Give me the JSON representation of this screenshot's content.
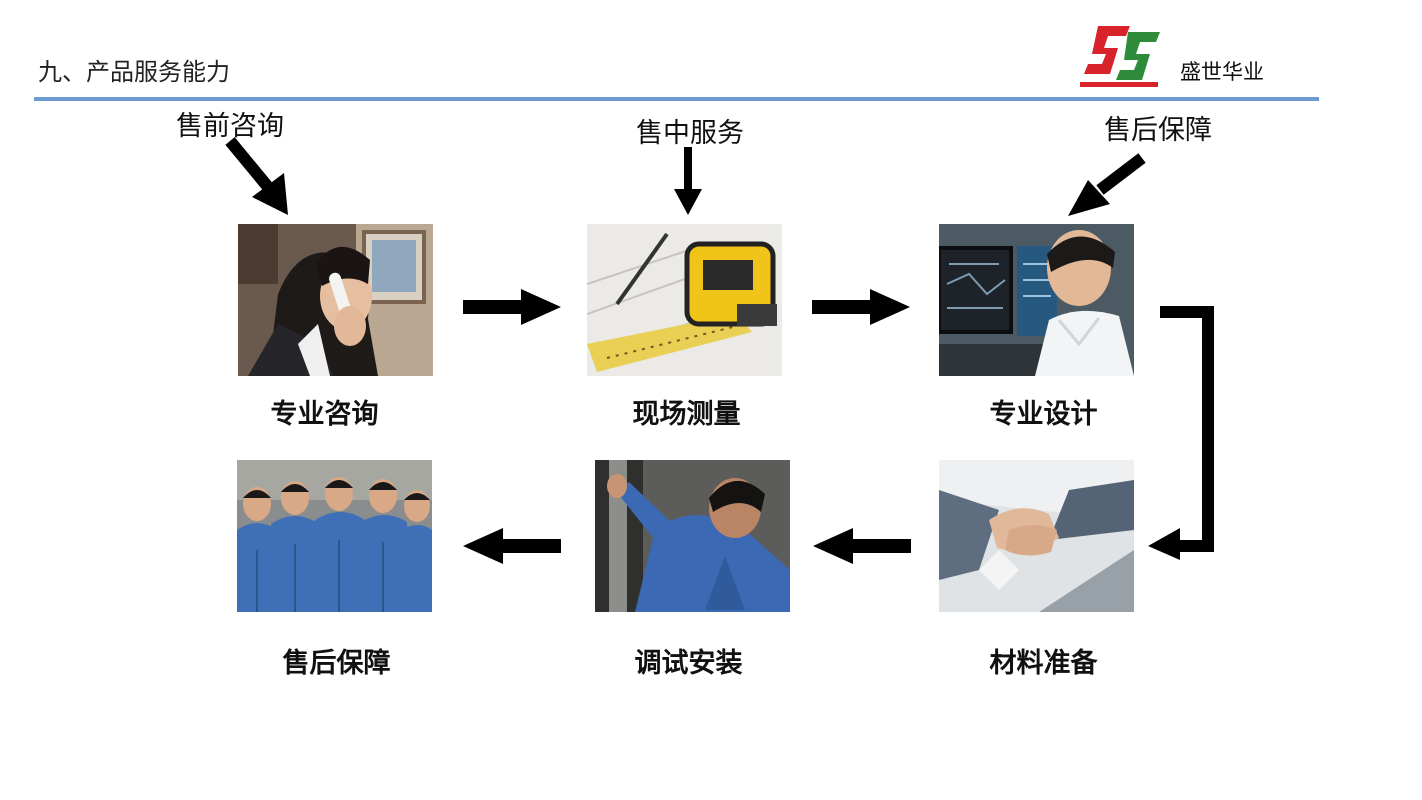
{
  "header": {
    "title": "九、产品服务能力",
    "company": "盛世华业",
    "logo_icon": "ss-logo-icon",
    "rule_color": "#6b9bd2"
  },
  "stages": {
    "pre_sale": "售前咨询",
    "in_sale": "售中服务",
    "after_sale": "售后保障"
  },
  "steps": [
    {
      "caption": "专业咨询",
      "icon": "phone-consultation-photo"
    },
    {
      "caption": "现场测量",
      "icon": "tape-measure-photo"
    },
    {
      "caption": "专业设计",
      "icon": "computer-design-photo"
    },
    {
      "caption": "材料准备",
      "icon": "handshake-photo"
    },
    {
      "caption": "调试安装",
      "icon": "installation-photo"
    },
    {
      "caption": "售后保障",
      "icon": "service-team-photo"
    }
  ]
}
